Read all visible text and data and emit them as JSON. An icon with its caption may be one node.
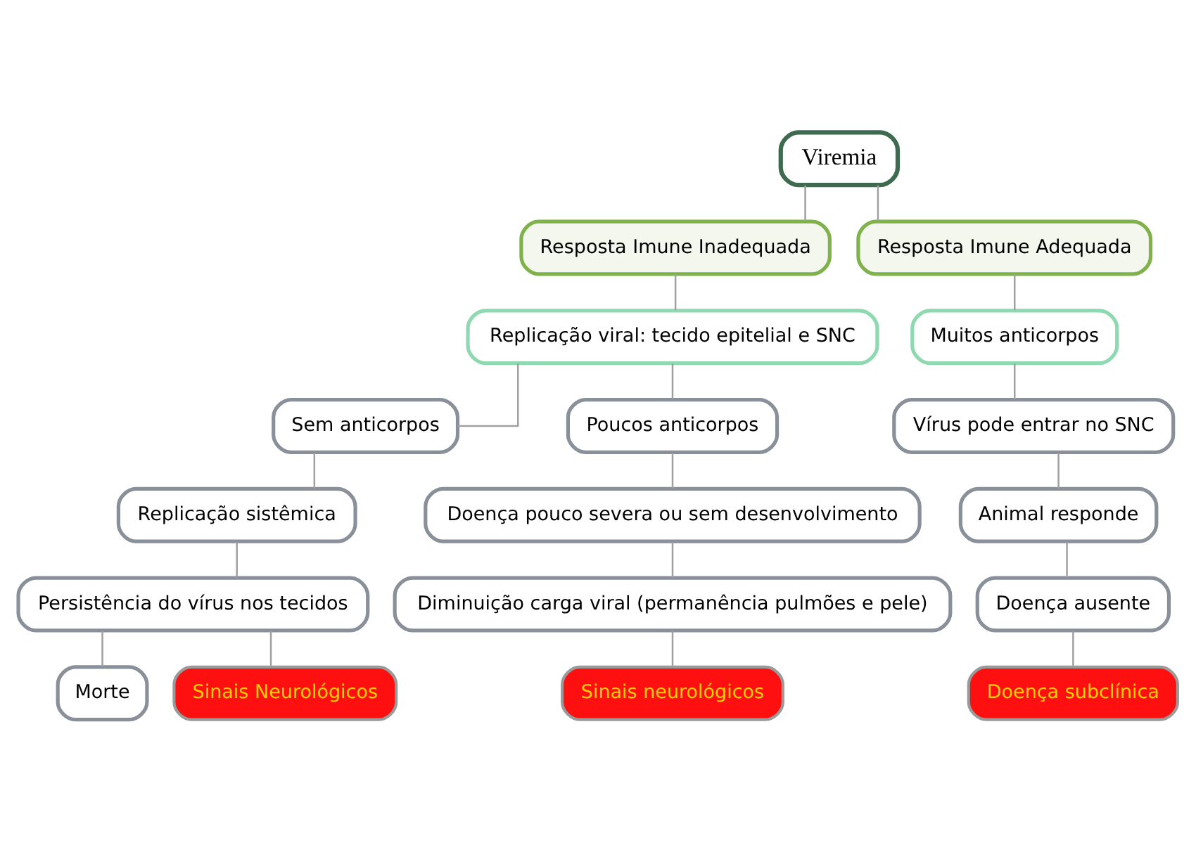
{
  "diagram": {
    "nodes": [
      {
        "text": [
          "Viremia"
        ]
      },
      {
        "text": [
          "Resposta Imune Inadequada"
        ]
      },
      {
        "text": [
          "Resposta Imune Adequada"
        ]
      },
      {
        "text": [
          "Replicação viral: tecido epitelial e SNC"
        ]
      },
      {
        "text": [
          "Muitos anticorpos"
        ]
      },
      {
        "text": [
          "Sem anticorpos"
        ]
      },
      {
        "text": [
          "Poucos anticorpos"
        ]
      },
      {
        "text": [
          "Vírus pode entrar no SNC"
        ]
      },
      {
        "text": [
          "Replicação sistêmica"
        ]
      },
      {
        "text": [
          "Doença pouco severa ou sem desenvolvimento"
        ]
      },
      {
        "text": [
          "Animal responde"
        ]
      },
      {
        "text": [
          "Persistência do vírus nos tecidos"
        ]
      },
      {
        "text": [
          "Diminuição carga viral (permanência pulmões e pele)"
        ]
      },
      {
        "text": [
          "Doença ausente"
        ]
      },
      {
        "text": [
          "Morte"
        ]
      },
      {
        "text": [
          "Sinais Neurológicos"
        ]
      },
      {
        "text": [
          "Sinais neurológicos"
        ]
      },
      {
        "text": [
          "Doença subclínica"
        ]
      }
    ],
    "edges": [
      {
        "from": 0,
        "to": 1,
        "arrow": "none"
      },
      {
        "from": 0,
        "to": 2,
        "arrow": "none"
      },
      {
        "from": 1,
        "to": 3,
        "arrow": "none"
      },
      {
        "from": 2,
        "to": 4,
        "arrow": "none"
      },
      {
        "from": 3,
        "to": 5,
        "arrow": "none"
      },
      {
        "from": 3,
        "to": 6,
        "arrow": "none"
      },
      {
        "from": 4,
        "to": 7,
        "arrow": "none"
      },
      {
        "from": 5,
        "to": 8,
        "arrow": "none"
      },
      {
        "from": 6,
        "to": 9,
        "arrow": "none"
      },
      {
        "from": 7,
        "to": 10,
        "arrow": "none"
      },
      {
        "from": 8,
        "to": 11,
        "arrow": "none"
      },
      {
        "from": 9,
        "to": 12,
        "arrow": "none"
      },
      {
        "from": 10,
        "to": 13,
        "arrow": "none"
      },
      {
        "from": 11,
        "to": 14,
        "arrow": "none"
      },
      {
        "from": 11,
        "to": 15,
        "arrow": "none"
      },
      {
        "from": 12,
        "to": 16,
        "arrow": "none"
      },
      {
        "from": 13,
        "to": 17,
        "arrow": "none"
      }
    ]
  }
}
